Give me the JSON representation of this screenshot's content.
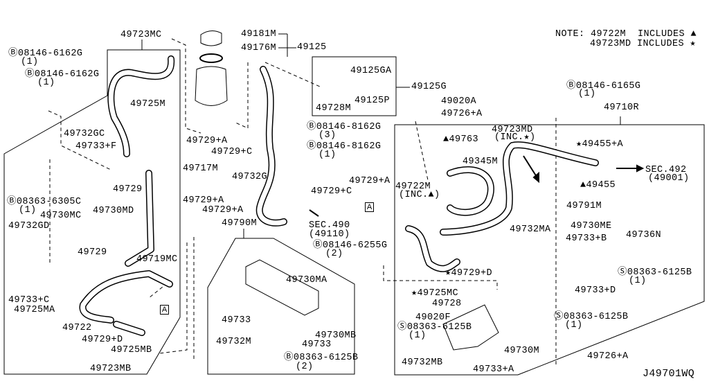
{
  "note": {
    "line1": "NOTE: 49722M  INCLUDES ▲",
    "line2": "49723MD INCLUDES ★"
  },
  "diagram_id": "J49701WQ",
  "ref_marker": "A",
  "labels": [
    "49723MC",
    "Ⓑ08146-6162G",
    "(1)",
    "Ⓑ08146-6162G",
    "(1)",
    "49725M",
    "49181M",
    "49176M",
    "49125",
    "49125GA",
    "49125G",
    "49125P",
    "49728M",
    "Ⓑ08146-8162G",
    "(3)",
    "Ⓑ08146-8162G",
    "(1)",
    "49729+A",
    "49729+C",
    "49732GC",
    "49733+F",
    "49717M",
    "49732G",
    "49729+C",
    "49729",
    "Ⓑ08363-6305C",
    "(1)",
    "49730MD",
    "49730MC",
    "49732GD",
    "49729",
    "49719MC",
    "49733+C",
    "49725MA",
    "49722",
    "49729+D",
    "49725MB",
    "49723MB",
    "49729+A",
    "49729+A",
    "49790M",
    "SEC.490",
    "(49110)",
    "Ⓑ08146-6255G",
    "(2)",
    "49730MA",
    "49733",
    "49732M",
    "49733",
    "49730MB",
    "Ⓑ08363-6125B",
    "(2)",
    "49020A",
    "49726+A",
    "Ⓑ08146-6165G",
    "(1)",
    "49710R",
    "49723MD",
    "(INC.★)",
    "▲49763",
    "49345M",
    "★49455+A",
    "SEC.492",
    "(49001)",
    "▲49455",
    "49729+A",
    "49722M",
    "(INC.▲)",
    "49791M",
    "49732MA",
    "49730ME",
    "49733+B",
    "49736N",
    "★49729+D",
    "Ⓢ08363-6125B",
    "(1)",
    "★49725MC",
    "49728",
    "49733+D",
    "49020F",
    "Ⓢ08363-6125B",
    "(1)",
    "Ⓢ08363-6125B",
    "(1)",
    "49730M",
    "49732MB",
    "49733+A",
    "49726+A"
  ]
}
